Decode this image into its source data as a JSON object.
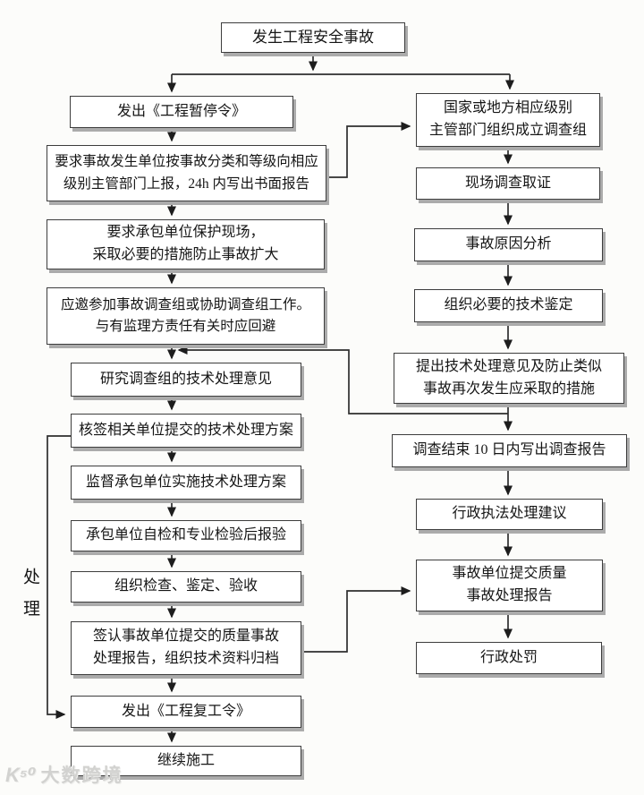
{
  "diagram": {
    "type": "flowchart",
    "language": "zh-CN",
    "topic": "工程安全事故处理流程"
  },
  "side_label": "处理",
  "watermark": {
    "logo": "K⁵⁰",
    "text": "大数跨境"
  },
  "nodes": {
    "start": "发生工程安全事故",
    "l1": "发出《工程暂停令》",
    "l2": "要求事故发生单位按事故分类和等级向相应\n级别主管部门上报，24h 内写出书面报告",
    "l3": "要求承包单位保护现场，\n采取必要的措施防止事故扩大",
    "l4": "应邀参加事故调查组或协助调查组工作。\n与有监理方责任有关时应回避",
    "l5": "研究调查组的技术处理意见",
    "l6": "核签相关单位提交的技术处理方案",
    "l7": "监督承包单位实施技术处理方案",
    "l8": "承包单位自检和专业检验后报验",
    "l9": "组织检查、鉴定、验收",
    "l10": "签认事故单位提交的质量事故\n处理报告，组织技术资料归档",
    "l11": "发出《工程复工令》",
    "l12": "继续施工",
    "r1": "国家或地方相应级别\n主管部门组织成立调查组",
    "r2": "现场调查取证",
    "r3": "事故原因分析",
    "r4": "组织必要的技术鉴定",
    "r5": "提出技术处理意见及防止类似\n事故再次发生应采取的措施",
    "r6": "调查结束 10 日内写出调查报告",
    "r7": "行政执法处理建议",
    "r8": "事故单位提交质量\n事故处理报告",
    "r9": "行政处罚"
  }
}
